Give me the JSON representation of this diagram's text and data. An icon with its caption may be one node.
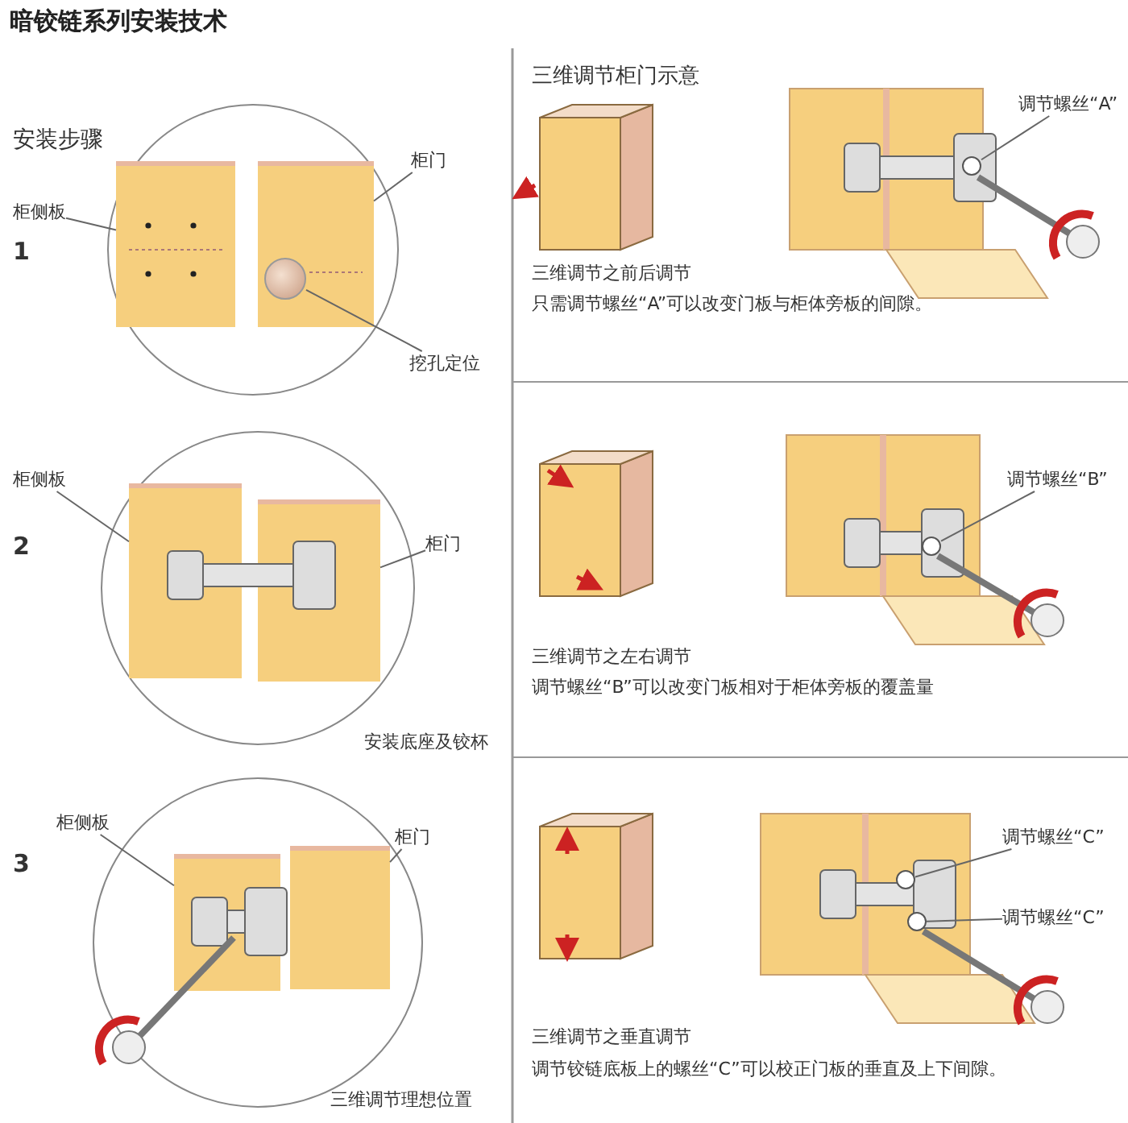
{
  "diagram": {
    "title": "暗铰链系列安装技术",
    "nodes": [
      {
        "text": [
          "柜侧板"
        ]
      },
      {
        "text": [],
        "shape": "box"
      },
      {
        "text": [
          "柜门"
        ]
      },
      {
        "text": [],
        "shape": "box"
      },
      {
        "text": [
          "挖孔定位"
        ]
      },
      {
        "text": [],
        "shape": "circle",
        "in": 3
      },
      {
        "text": [
          "柜侧板"
        ]
      },
      {
        "text": [],
        "shape": "box"
      },
      {
        "text": [
          "柜门"
        ]
      },
      {
        "text": [],
        "shape": "box"
      },
      {
        "text": [
          "柜侧板"
        ]
      },
      {
        "text": [],
        "shape": "box"
      },
      {
        "text": [
          "柜门"
        ]
      },
      {
        "text": [],
        "shape": "box"
      },
      {
        "text": [
          "调节螺丝“A”"
        ]
      },
      {
        "text": [],
        "shape": "circle"
      },
      {
        "text": [
          "调节螺丝“B”"
        ]
      },
      {
        "text": [],
        "shape": "circle"
      },
      {
        "text": [
          "调节螺丝“C”"
        ]
      },
      {
        "text": [],
        "shape": "circle"
      },
      {
        "text": [
          "调节螺丝“C”"
        ]
      },
      {
        "text": [],
        "shape": "circle"
      }
    ],
    "edges": [
      {
        "from": 0,
        "to": 1,
        "arrow": "none"
      },
      {
        "from": 2,
        "to": 3,
        "arrow": "none"
      },
      {
        "from": 4,
        "to": 5,
        "arrow": "none"
      },
      {
        "from": 6,
        "to": 7,
        "arrow": "none"
      },
      {
        "from": 8,
        "to": 9,
        "arrow": "none"
      },
      {
        "from": 10,
        "to": 11,
        "arrow": "none"
      },
      {
        "from": 12,
        "to": 13,
        "arrow": "none"
      },
      {
        "from": 14,
        "to": 15,
        "arrow": "none"
      },
      {
        "from": 16,
        "to": 17,
        "arrow": "none"
      },
      {
        "from": 18,
        "to": 19,
        "arrow": "none"
      },
      {
        "from": 20,
        "to": 21,
        "arrow": "none"
      }
    ],
    "labels": [
      "安装步骤",
      "1",
      "2",
      "安装底座及铰杯",
      "3",
      "三维调节理想位置",
      "三维调节柜门示意",
      "三维调节之前后调节",
      "只需调节螺丝“A”可以改变门板与柜体旁板的间隙。",
      "三维调节之左右调节",
      "调节螺丝“B”可以改变门板相对于柜体旁板的覆盖量",
      "三维调节之垂直调节",
      "调节铰链底板上的螺丝“C”可以校正门板的垂直及上下间隙。"
    ]
  }
}
